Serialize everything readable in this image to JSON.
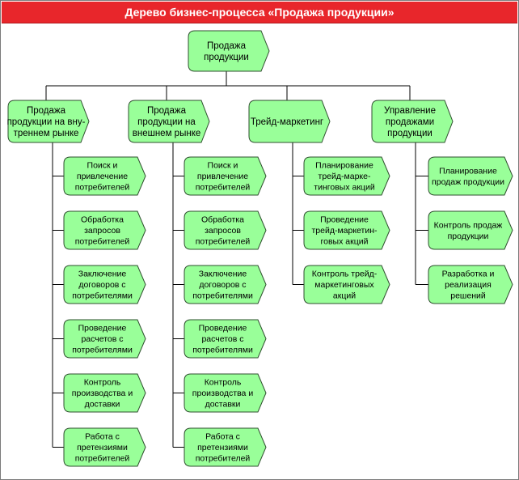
{
  "title": "Дерево бизнес-процесса «Продажа продукции»",
  "root": {
    "lines": [
      "Продажа",
      "продукции"
    ]
  },
  "branches": [
    {
      "id": "internal",
      "lines": [
        "Продажа",
        "продукции на вну-",
        "треннем рынке"
      ],
      "children": [
        [
          "Поиск и",
          "привлечение",
          "потребителей"
        ],
        [
          "Обработка",
          "запросов",
          "потребителей"
        ],
        [
          "Заключение",
          "договоров с",
          "потребителями"
        ],
        [
          "Проведение",
          "расчетов с",
          "потребителями"
        ],
        [
          "Контроль",
          "производства и",
          "доставки"
        ],
        [
          "Работа с",
          "претензиями",
          "потребителей"
        ]
      ]
    },
    {
      "id": "external",
      "lines": [
        "Продажа",
        "продукции на",
        "внешнем рынке"
      ],
      "children": [
        [
          "Поиск и",
          "привлечение",
          "потребителей"
        ],
        [
          "Обработка",
          "запросов",
          "потребителей"
        ],
        [
          "Заключение",
          "договоров с",
          "потребителями"
        ],
        [
          "Проведение",
          "расчетов с",
          "потребителями"
        ],
        [
          "Контроль",
          "производства и",
          "доставки"
        ],
        [
          "Работа с",
          "претензиями",
          "потребителей"
        ]
      ]
    },
    {
      "id": "trade-marketing",
      "lines": [
        "Трейд-маркетинг"
      ],
      "children": [
        [
          "Планирование",
          "трейд-марке-",
          "тинговых акций"
        ],
        [
          "Проведение",
          "трейд-маркетин-",
          "говых акций"
        ],
        [
          "Контроль трейд-",
          "маркетинговых",
          "акций"
        ]
      ]
    },
    {
      "id": "sales-management",
      "lines": [
        "Управление",
        "продажами",
        "продукции"
      ],
      "children": [
        [
          "Планирование",
          "продаж продукции"
        ],
        [
          "Контроль продаж",
          "продукции"
        ],
        [
          "Разработка и",
          "реализация",
          "решений"
        ]
      ]
    }
  ]
}
